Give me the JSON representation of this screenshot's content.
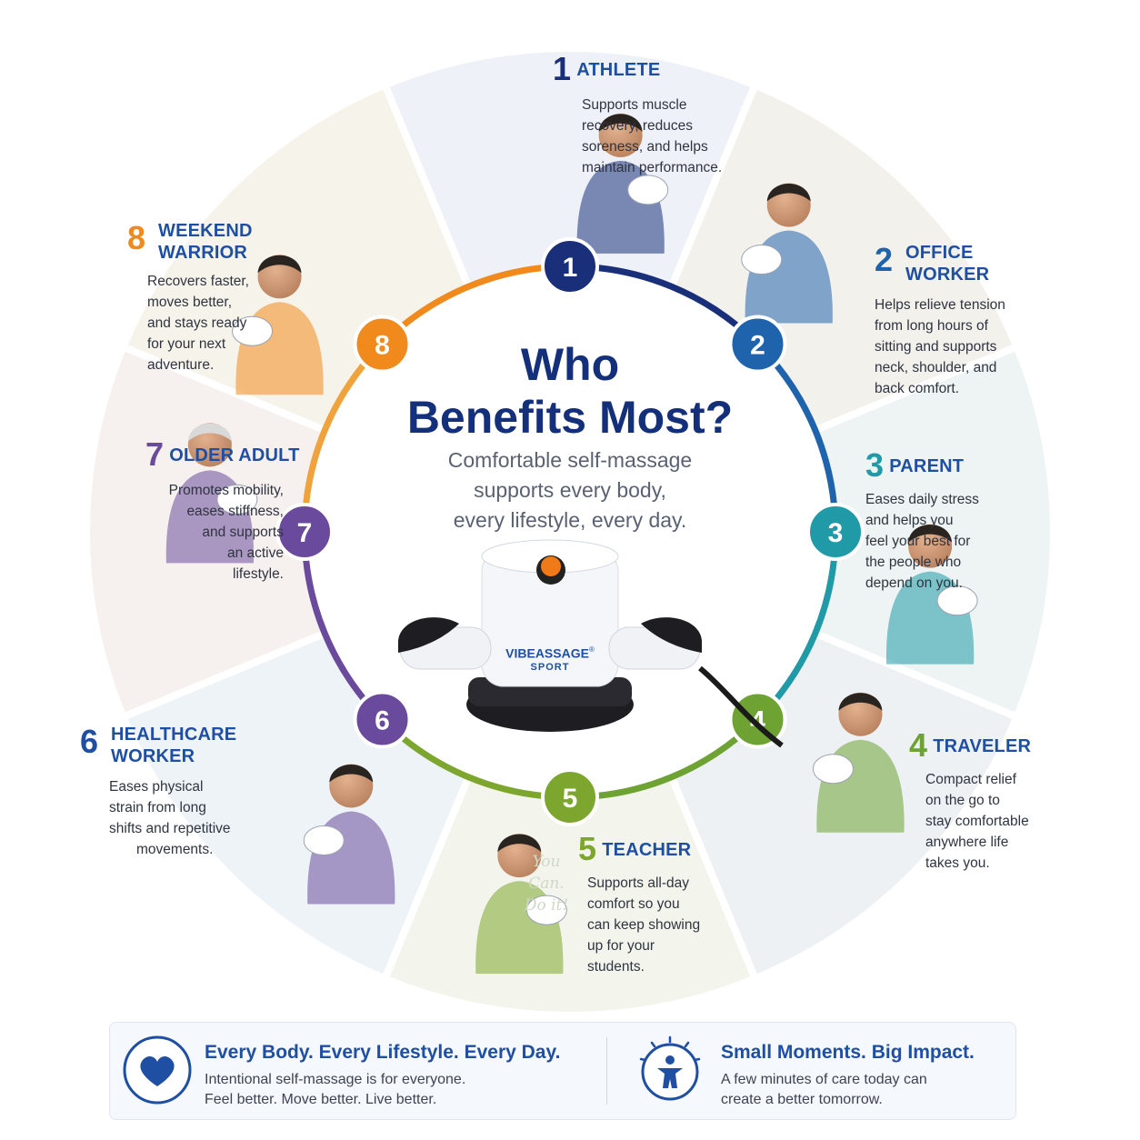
{
  "center": {
    "title_line1": "Who",
    "title_line2": "Benefits Most?",
    "subtitle_line1": "Comfortable self-massage",
    "subtitle_line2": "supports every body,",
    "subtitle_line3": "every lifestyle, every day."
  },
  "product": {
    "brand": "VIBEASSAGE",
    "registered": "®",
    "model": "SPORT"
  },
  "segments": [
    {
      "num": "1",
      "title": "ATHLETE",
      "title2": "",
      "desc": [
        "Supports muscle",
        "recovery, reduces",
        "soreness, and helps",
        "maintain performance."
      ],
      "color": "#1a2f7a"
    },
    {
      "num": "2",
      "title": "OFFICE",
      "title2": "WORKER",
      "desc": [
        "Helps relieve tension",
        "from long hours of",
        "sitting and supports",
        "neck, shoulder, and",
        "back comfort."
      ],
      "color": "#1f63ad"
    },
    {
      "num": "3",
      "title": "PARENT",
      "title2": "",
      "desc": [
        "Eases daily stress",
        "and helps you",
        "feel your best for",
        "the people who",
        "depend on you."
      ],
      "color": "#1f9aa6"
    },
    {
      "num": "4",
      "title": "TRAVELER",
      "title2": "",
      "desc": [
        "Compact relief",
        "on the go to",
        "stay comfortable",
        "anywhere life",
        "takes you."
      ],
      "color": "#6ea333"
    },
    {
      "num": "5",
      "title": "TEACHER",
      "title2": "",
      "desc": [
        "Supports all-day",
        "comfort so you",
        "can keep showing",
        "up for your",
        "students."
      ],
      "color": "#7da62e"
    },
    {
      "num": "6",
      "title": "HEALTHCARE",
      "title2": "WORKER",
      "desc": [
        "Eases physical",
        "strain from long",
        "shifts and repetitive",
        "movements."
      ],
      "color": "#6a4a9c"
    },
    {
      "num": "7",
      "title": "OLDER ADULT",
      "title2": "",
      "desc": [
        "Promotes mobility,",
        "eases stiffness,",
        "and supports",
        "an active",
        "lifestyle."
      ],
      "color": "#6a4a9c"
    },
    {
      "num": "8",
      "title": "WEEKEND",
      "title2": "WARRIOR",
      "desc": [
        "Recovers faster,",
        "moves better,",
        "and stays ready",
        "for your next",
        "adventure."
      ],
      "color": "#f08a1c"
    }
  ],
  "chalkboard": [
    "You",
    "Can.",
    "Do it!"
  ],
  "footer": {
    "left_title": "Every Body. Every Lifestyle. Every Day.",
    "left_line1": "Intentional self-massage is for everyone.",
    "left_line2": "Feel better. Move better. Live better.",
    "right_title": "Small Moments. Big Impact.",
    "right_line1": "A few minutes of care today can",
    "right_line2": "create a better tomorrow.",
    "left_icon": "heart-icon",
    "right_icon": "person-sparkle-icon"
  },
  "colors": {
    "navy": "#1a2f7a",
    "blue": "#1f63ad",
    "teal": "#1f9aa6",
    "green": "#7da62e",
    "purple": "#6a4a9c",
    "orange": "#f08a1c"
  }
}
